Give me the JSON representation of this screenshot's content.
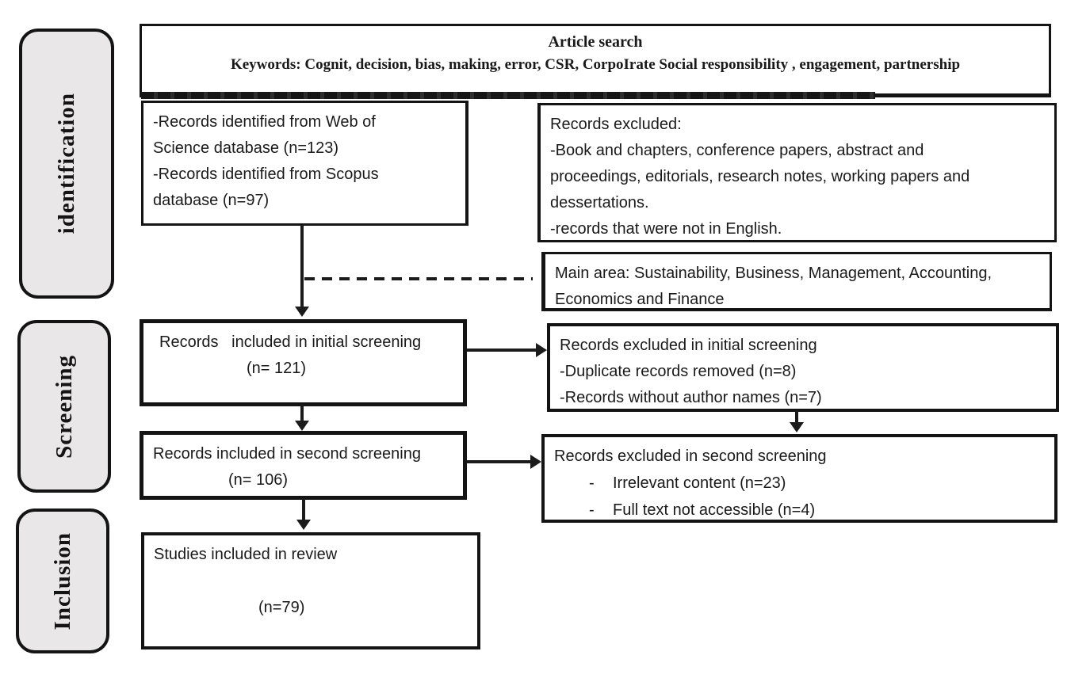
{
  "diagram": {
    "stages": [
      "identification",
      "Screening",
      "Inclusion"
    ],
    "search_box": {
      "title": "Article search",
      "keywords": "Keywords: Cognit, decision, bias, making, error, CSR, CorpoIrate Social responsibility , engagement, partnership"
    },
    "boxes": {
      "identified": {
        "lines": [
          "-Records identified from Web of",
          "Science database (n=123)",
          "-Records identified from Scopus",
          "database (n=97)"
        ]
      },
      "excluded_records": {
        "lines": [
          "Records excluded:",
          "-Book and chapters, conference papers, abstract and",
          "proceedings, editorials, research notes, working papers and",
          "dessertations.",
          "-records that were not in English."
        ]
      },
      "main_area": {
        "lines": [
          "Main area: Sustainability, Business, Management, Accounting,",
          "Economics and Finance"
        ]
      },
      "initial_screening": {
        "line": "Records   included in initial screening",
        "count": "(n= 121)"
      },
      "excluded_initial": {
        "lines": [
          "Records excluded in initial screening",
          "-Duplicate records removed (n=8)",
          "-Records without author names (n=7)"
        ]
      },
      "second_screening": {
        "line": "Records included in second screening",
        "count": "(n= 106)"
      },
      "excluded_second": {
        "title": "Records excluded in second screening",
        "items": [
          {
            "dash": "-",
            "label": "Irrelevant content (n=23)"
          },
          {
            "dash": "-",
            "label": "Full text not accessible (n=4)"
          }
        ]
      },
      "included_review": {
        "line": "Studies included in review",
        "count": "(n=79)"
      }
    },
    "colors": {
      "border": "#141414",
      "text": "#1a1a1a",
      "stage_fill": "#e9e7e8",
      "background": "#ffffff"
    }
  }
}
